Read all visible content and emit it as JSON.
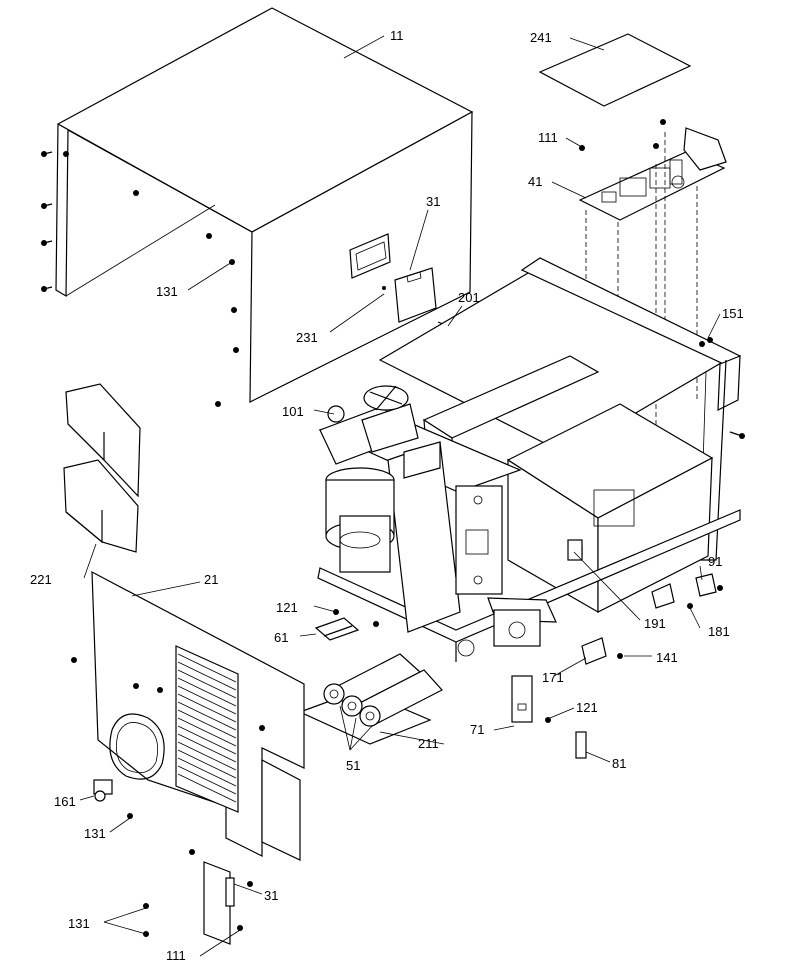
{
  "labels": [
    {
      "id": "l11",
      "text": "11"
    },
    {
      "id": "l241",
      "text": "241"
    },
    {
      "id": "l111a",
      "text": "111"
    },
    {
      "id": "l41",
      "text": "41"
    },
    {
      "id": "l31a",
      "text": "31"
    },
    {
      "id": "l131a",
      "text": "131"
    },
    {
      "id": "l201",
      "text": "201"
    },
    {
      "id": "l231",
      "text": "231"
    },
    {
      "id": "l151",
      "text": "151"
    },
    {
      "id": "l101",
      "text": "101"
    },
    {
      "id": "l221",
      "text": "221"
    },
    {
      "id": "l21",
      "text": "21"
    },
    {
      "id": "l91",
      "text": "91"
    },
    {
      "id": "l121a",
      "text": "121"
    },
    {
      "id": "l61",
      "text": "61"
    },
    {
      "id": "l191",
      "text": "191"
    },
    {
      "id": "l181",
      "text": "181"
    },
    {
      "id": "l141",
      "text": "141"
    },
    {
      "id": "l171",
      "text": "171"
    },
    {
      "id": "l121b",
      "text": "121"
    },
    {
      "id": "l71",
      "text": "71"
    },
    {
      "id": "l211",
      "text": "211"
    },
    {
      "id": "l51",
      "text": "51"
    },
    {
      "id": "l81",
      "text": "81"
    },
    {
      "id": "l161",
      "text": "161"
    },
    {
      "id": "l131b",
      "text": "131"
    },
    {
      "id": "l31b",
      "text": "31"
    },
    {
      "id": "l131c",
      "text": "131"
    },
    {
      "id": "l111b",
      "text": "111"
    }
  ]
}
